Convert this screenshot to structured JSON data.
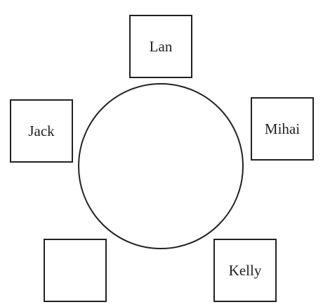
{
  "seats": {
    "top": {
      "label": "Lan"
    },
    "left": {
      "label": "Jack"
    },
    "right": {
      "label": "Mihai"
    },
    "bottom_left": {
      "label": ""
    },
    "bottom_right": {
      "label": "Kelly"
    }
  },
  "colors": {
    "stroke": "#222222",
    "background": "#ffffff"
  }
}
